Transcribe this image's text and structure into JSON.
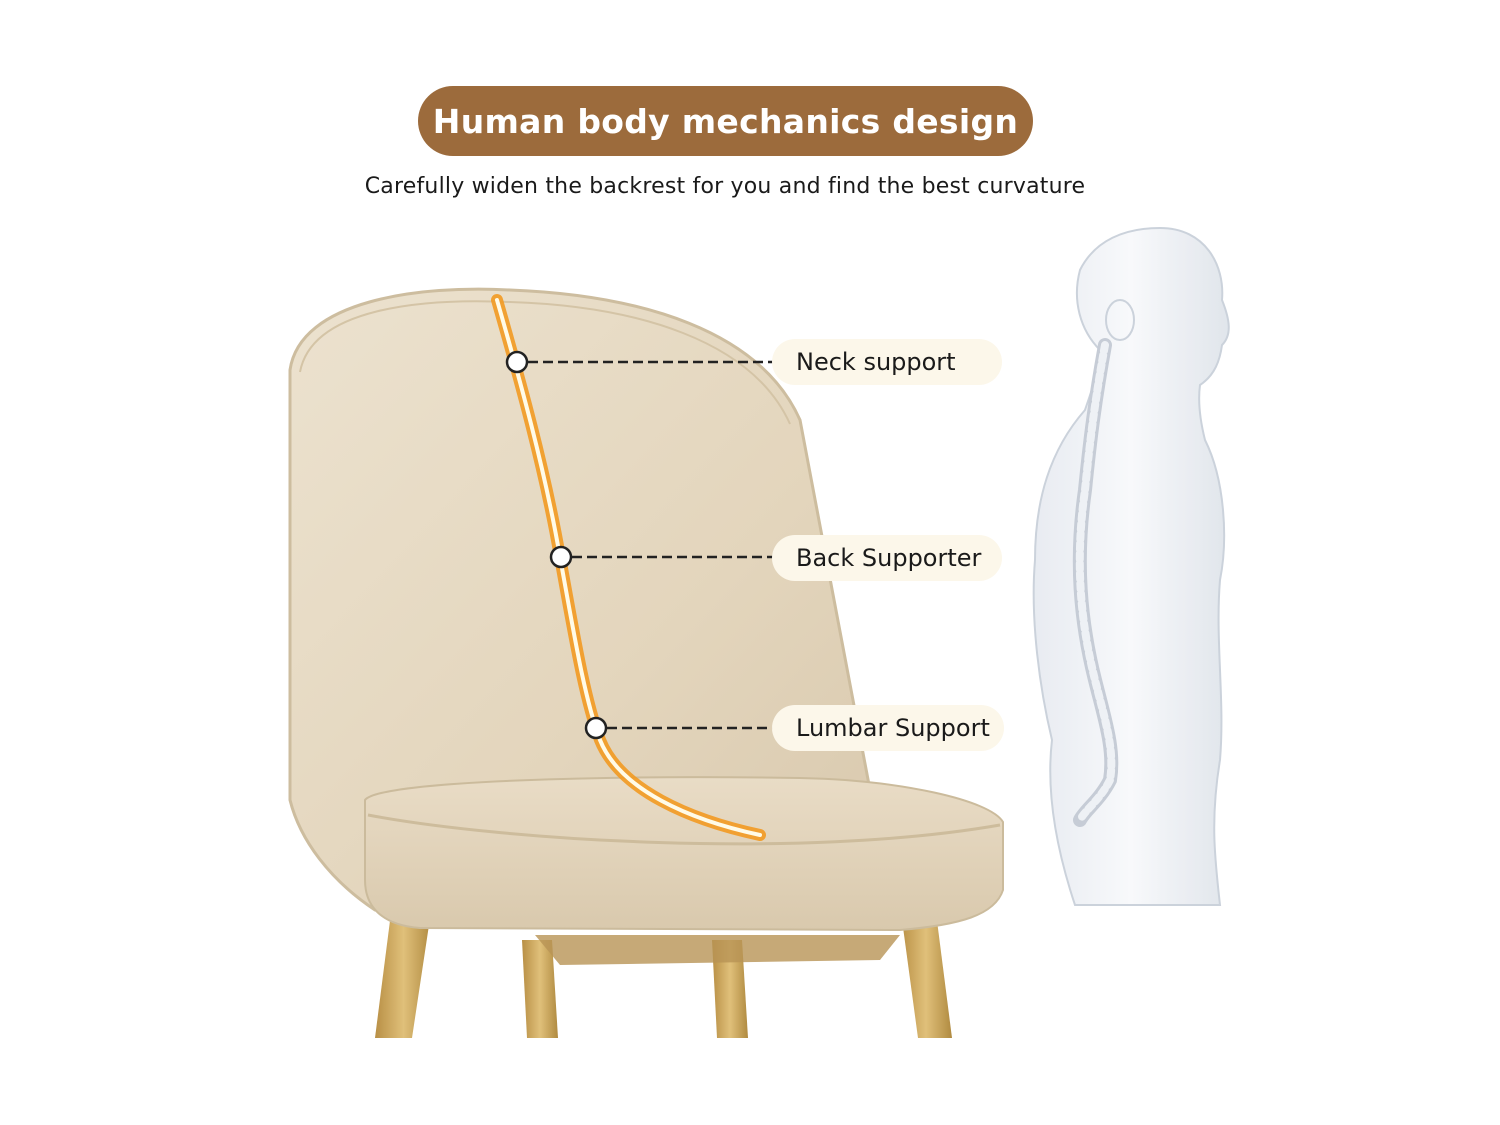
{
  "header": {
    "title": "Human body mechanics design",
    "subtitle": "Carefully widen the backrest for you and find the best curvature"
  },
  "callouts": [
    {
      "label": "Neck support"
    },
    {
      "label": "Back Supporter"
    },
    {
      "label": "Lumbar Support"
    }
  ],
  "colors": {
    "title_pill": "#9c6b3c",
    "label_pill": "#fcf7ea",
    "chair_fabric": "#e7dac4",
    "chair_legs": "#c9a55c",
    "spine_curve": "#f29a22"
  }
}
